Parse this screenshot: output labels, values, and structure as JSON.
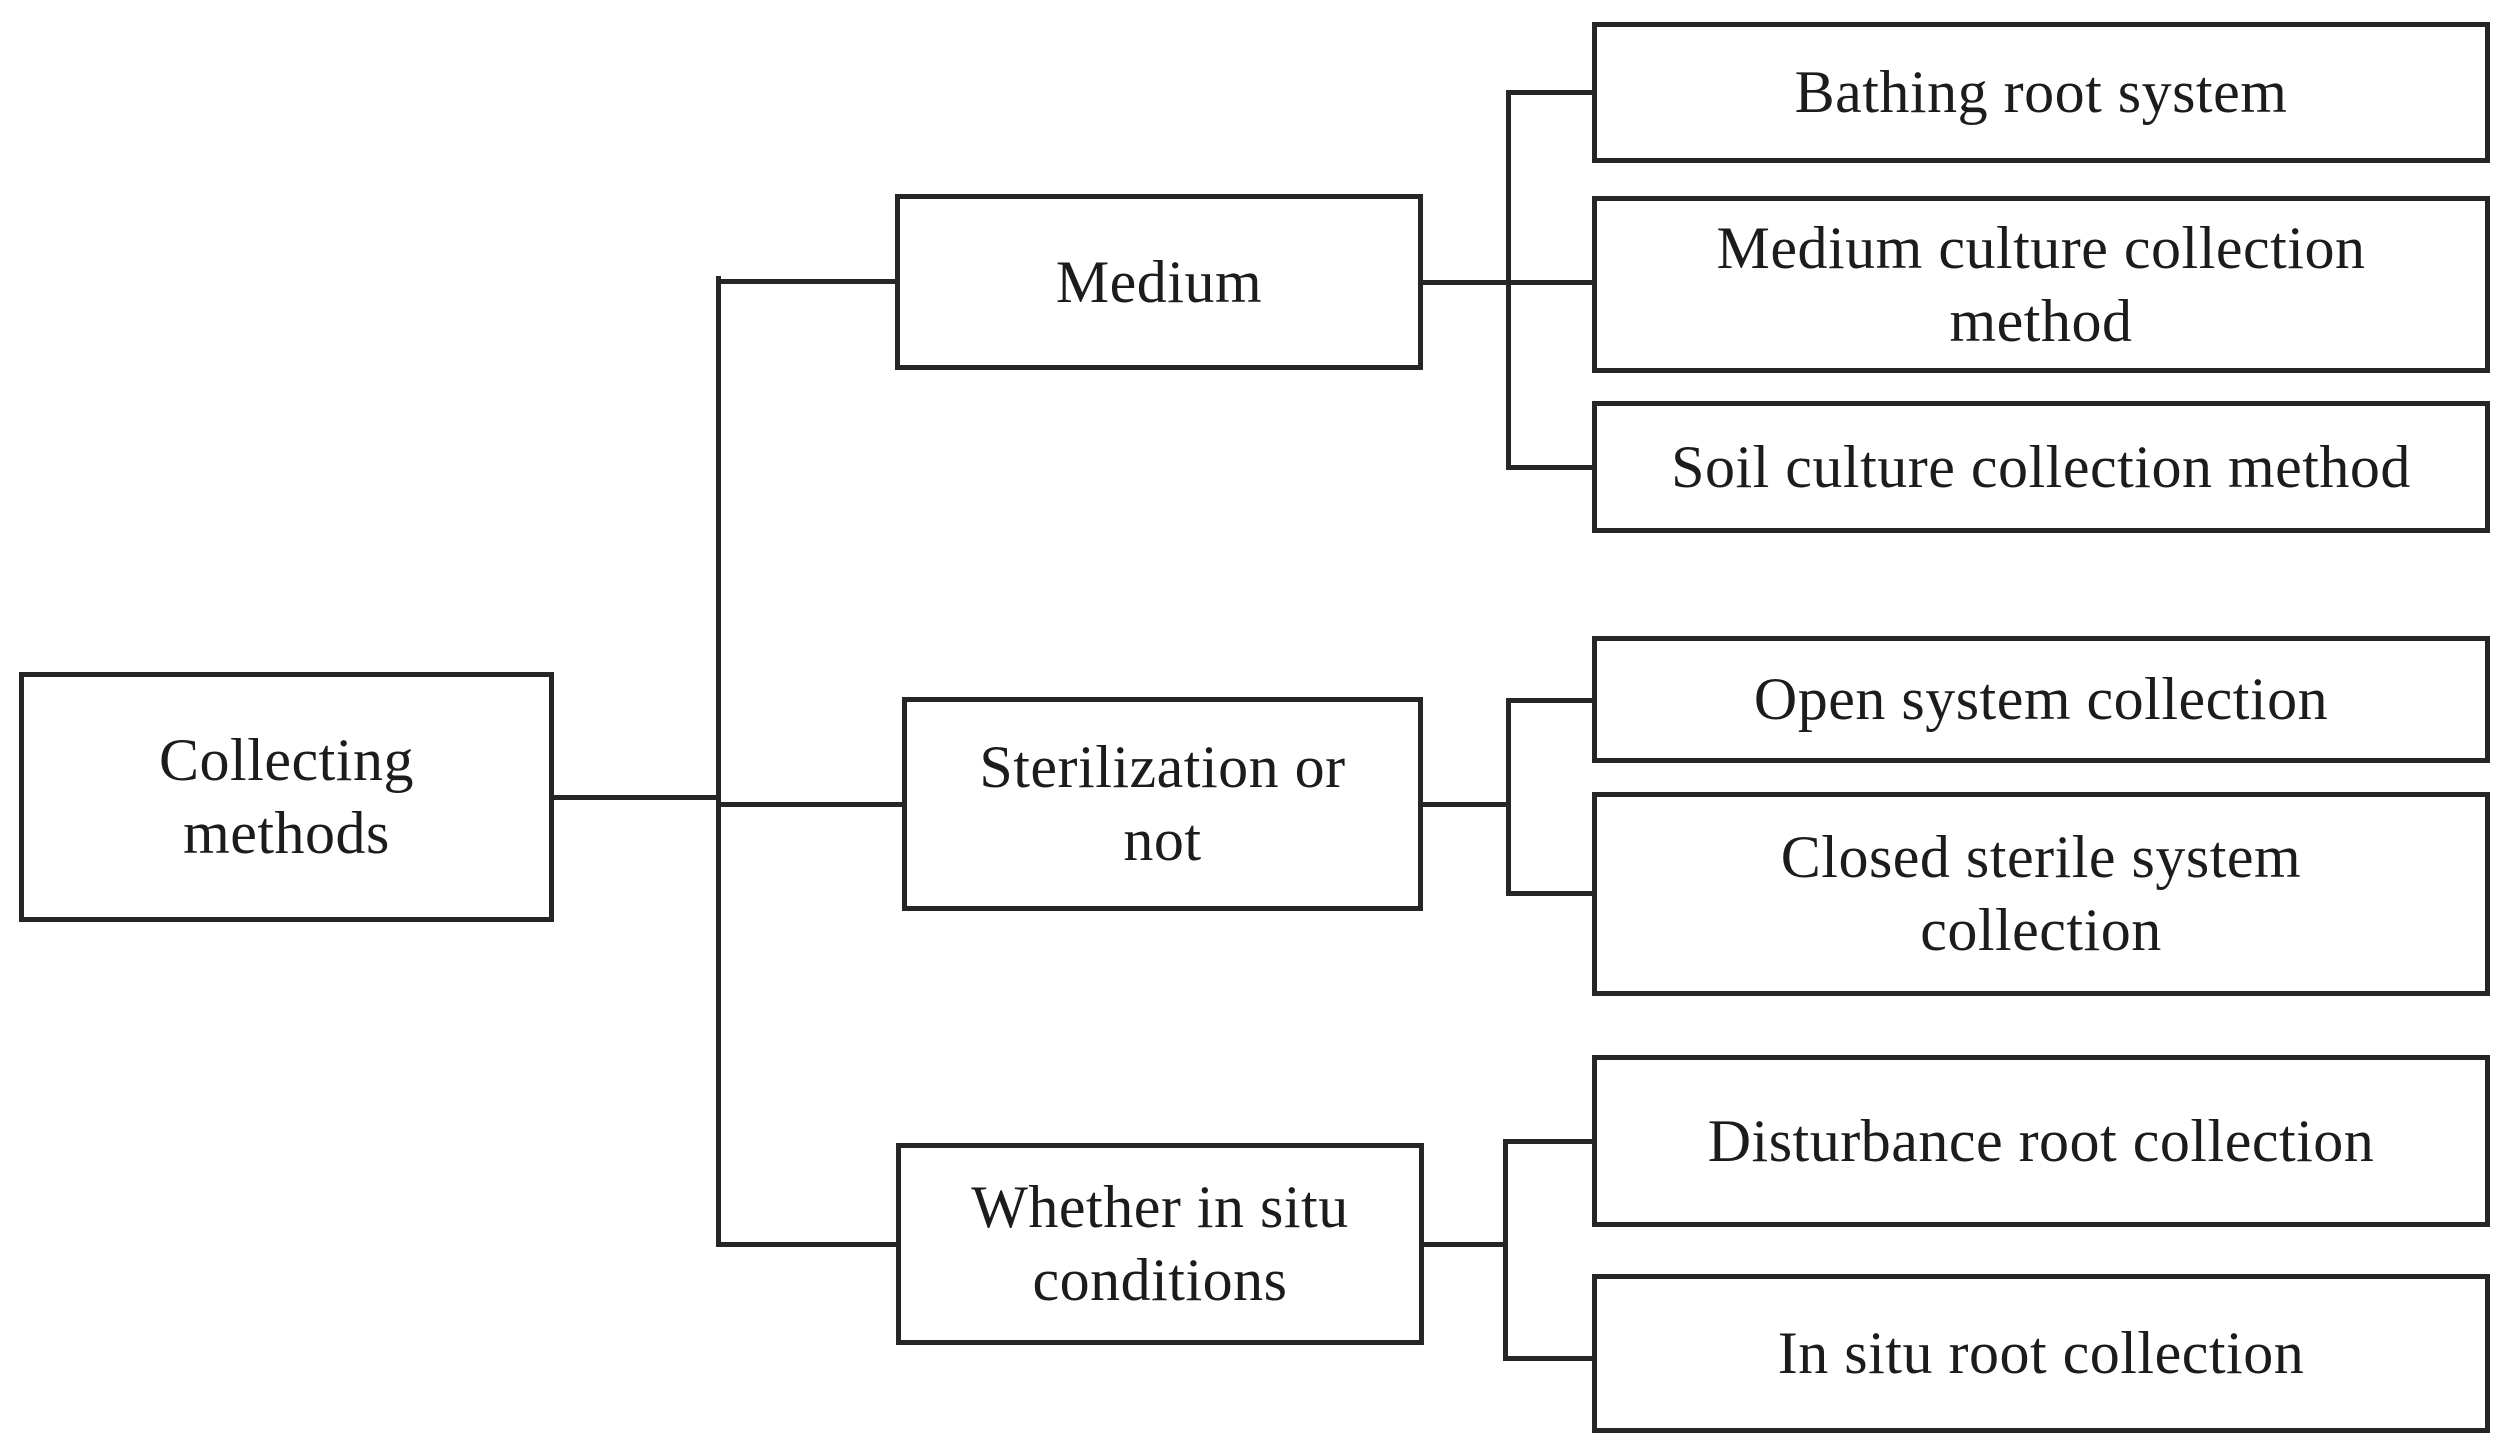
{
  "diagram": {
    "title": "Collecting methods classification tree",
    "colors": {
      "line": "#262626",
      "text": "#1c1c1c",
      "background": "#ffffff"
    },
    "root": {
      "label": "Collecting\nmethods"
    },
    "branches": [
      {
        "label": "Medium",
        "children": [
          {
            "label": "Bathing root system"
          },
          {
            "label": "Medium culture collection\nmethod"
          },
          {
            "label": "Soil culture collection method"
          }
        ]
      },
      {
        "label": "Sterilization or\nnot",
        "children": [
          {
            "label": "Open system collection"
          },
          {
            "label": "Closed sterile system\ncollection"
          }
        ]
      },
      {
        "label": "Whether in situ\nconditions",
        "children": [
          {
            "label": "Disturbance root collection"
          },
          {
            "label": "In situ root collection"
          }
        ]
      }
    ]
  }
}
